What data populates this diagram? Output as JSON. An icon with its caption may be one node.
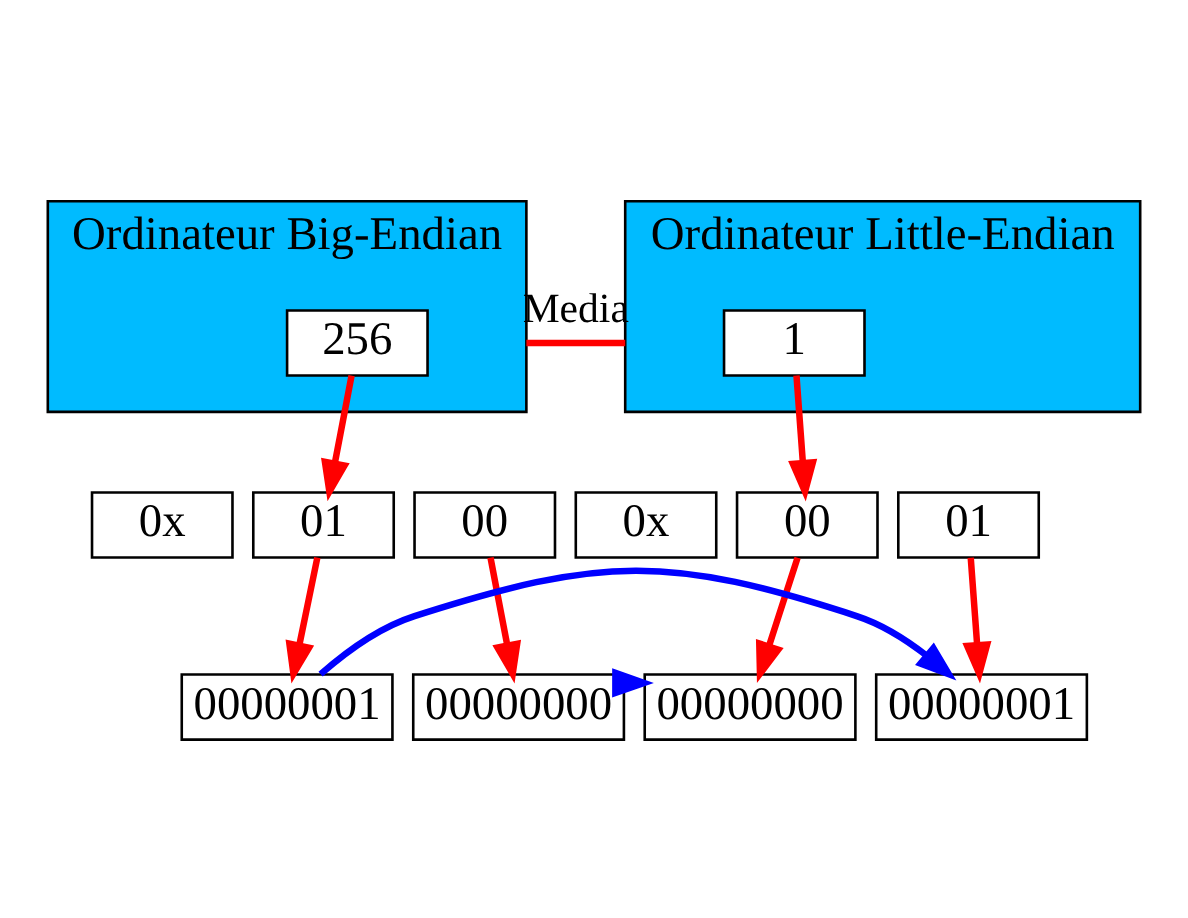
{
  "diagram": {
    "nodes": [
      {
        "text": [
          "Ordinateur Big-Endian"
        ]
      },
      {
        "text": [
          "256"
        ],
        "in": 0
      },
      {
        "text": [
          "Ordinateur Little-Endian"
        ]
      },
      {
        "text": [
          "1"
        ],
        "in": 2
      },
      {
        "text": [
          "0x"
        ]
      },
      {
        "text": [
          "01"
        ]
      },
      {
        "text": [
          "00"
        ]
      },
      {
        "text": [
          "0x"
        ]
      },
      {
        "text": [
          "00"
        ]
      },
      {
        "text": [
          "01"
        ]
      },
      {
        "text": [
          "00000001"
        ]
      },
      {
        "text": [
          "00000000"
        ]
      },
      {
        "text": [
          "00000000"
        ]
      },
      {
        "text": [
          "00000001"
        ]
      }
    ],
    "edges": [
      {
        "from": 0,
        "to": 2,
        "arrow": "none",
        "label": "Media"
      },
      {
        "from": 1,
        "to": 5,
        "arrow": "to"
      },
      {
        "from": 5,
        "to": 10,
        "arrow": "to"
      },
      {
        "from": 6,
        "to": 11,
        "arrow": "to"
      },
      {
        "from": 3,
        "to": 8,
        "arrow": "to"
      },
      {
        "from": 8,
        "to": 12,
        "arrow": "to"
      },
      {
        "from": 9,
        "to": 13,
        "arrow": "to"
      },
      {
        "from": 10,
        "to": 13,
        "arrow": "to",
        "color": "#0000ff"
      },
      {
        "from": 11,
        "to": 12,
        "arrow": "to",
        "color": "#0000ff"
      }
    ]
  }
}
